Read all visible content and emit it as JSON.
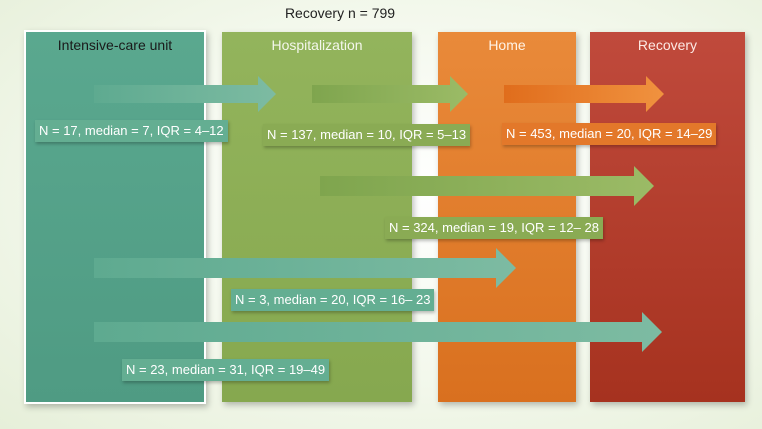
{
  "title": "Recovery n = 799",
  "columns": {
    "icu": "Intensive-care unit",
    "hospitalization": "Hospitalization",
    "home": "Home",
    "recovery": "Recovery"
  },
  "transitions": [
    {
      "from": "Intensive-care unit",
      "to": "Hospitalization",
      "label": "N = 17, median = 7, IQR = 4–12"
    },
    {
      "from": "Hospitalization",
      "to": "Home",
      "label": "N = 137, median = 10, IQR = 5–13"
    },
    {
      "from": "Home",
      "to": "Recovery",
      "label": "N = 453, median = 20, IQR = 14–29"
    },
    {
      "from": "Hospitalization",
      "to": "Recovery",
      "label": "N = 324, median = 19, IQR = 12– 28"
    },
    {
      "from": "Intensive-care unit",
      "to": "Home",
      "label": "N = 3,  median = 20, IQR  = 16– 23"
    },
    {
      "from": "Intensive-care unit",
      "to": "Recovery",
      "label": "N = 23, median = 31, IQR = 19–49"
    }
  ],
  "colors": {
    "icu": "#55a38b",
    "hospitalization": "#8bab55",
    "home": "#e07a2b",
    "recovery": "#b33e2e"
  }
}
